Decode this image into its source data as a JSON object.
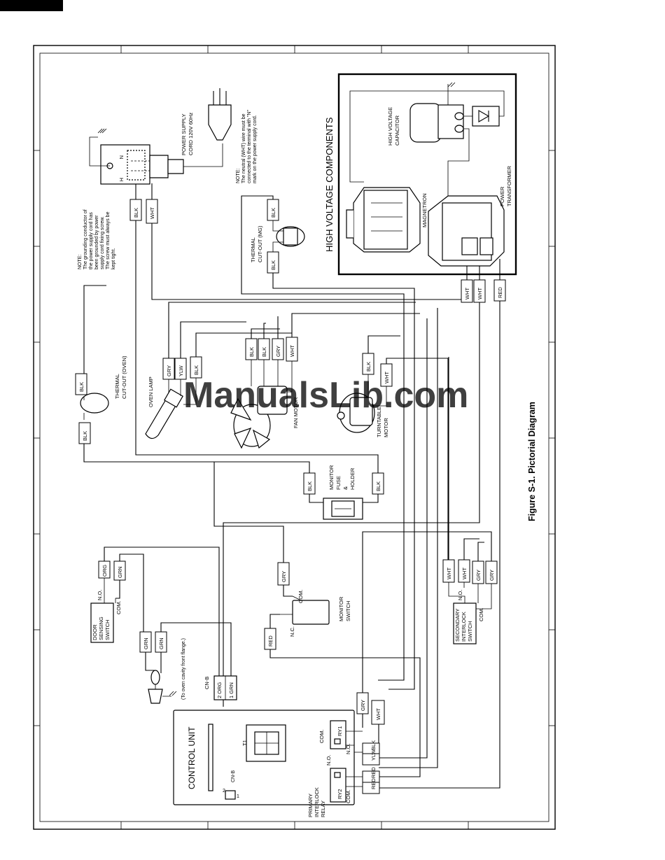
{
  "figure": {
    "caption": "Figure S-1. Pictorial Diagram"
  },
  "watermark": "ManualsLib.com",
  "hv_section": {
    "title": "HIGH VOLTAGE COMPONENTS"
  },
  "components": {
    "power_supply_cord": [
      "POWER SUPPLY",
      "CORD 120V 60Hz"
    ],
    "note_neutral": [
      "NOTE:",
      "The neutral (WHT) wire must be",
      "connected to the terminal with \"N\"",
      "mark on the power supply cord."
    ],
    "note_ground": [
      "NOTE:",
      "The grounding conductor of",
      "the power supply cord has",
      "been grounded by power",
      "supply cord fixing screw.",
      "The screw must always be",
      "kept tight."
    ],
    "plug_n": "N",
    "plug_h": "H",
    "hv_capacitor": [
      "HIGH VOLTAGE",
      "CAPACITOR"
    ],
    "magnetron": "MAGNETRON",
    "power_transformer": [
      "POWER",
      "TRANSFORMER"
    ],
    "thermal_mg": [
      "THERMAL",
      "CUT-OUT (MG)"
    ],
    "thermal_oven": [
      "THERMAL",
      "CUT-OUT (OVEN)"
    ],
    "oven_lamp": "OVEN LAMP",
    "fan_motor": "FAN MOTOR",
    "turntable_motor": [
      "TURNTABLE",
      "MOTOR"
    ],
    "monitor_fuse": [
      "MONITOR",
      "FUSE",
      "&",
      "HOLDER"
    ],
    "monitor_switch": [
      "MONITOR",
      "SWITCH"
    ],
    "monitor_nc": "N.C.",
    "monitor_com": "COM.",
    "door_sensing": [
      "DOOR",
      "SENSING",
      "SWITCH"
    ],
    "door_no": "N.O.",
    "door_com": "COM.",
    "secondary_interlock": [
      "SECONDARY",
      "INTERLOCK",
      "SWITCH"
    ],
    "sec_no": "N.O.",
    "sec_com": "COM.",
    "oven_cavity": "(To oven cavity front flange.)",
    "cnb_title": "CN-B",
    "cnb_pins": [
      "2  ORG",
      "1  GRN"
    ],
    "control_unit": "CONTROL UNIT",
    "t1": "T1",
    "cnb_small": "CN-B",
    "cnb_small_pins": [
      "2",
      "1"
    ],
    "ry1": "RY1",
    "ry1_com": "COM.",
    "ry1_no": "N.O.",
    "ry2": "RY2",
    "ry2_com": "COM.",
    "ry2_no": "N.O.",
    "primary_interlock": [
      "PRIMARY",
      "INTERLOCK",
      "RELAY"
    ]
  },
  "wire_tags": {
    "blk_plug": "BLK",
    "wht_plug": "WHT",
    "blk_mg_top": "BLK",
    "blk_mg_bot": "BLK",
    "wht_hv1": "WHT",
    "wht_hv2": "WHT",
    "red_hv": "RED",
    "blk_th_top": "BLK",
    "blk_th_bot": "BLK",
    "gry_lamp": "GRY",
    "ylw_lamp": "YLW",
    "blk_lamp": "BLK",
    "blk_fan1": "BLK",
    "blk_fan2": "BLK",
    "gry_fan": "GRY",
    "wht_fan": "WHT",
    "blk_tt": "BLK",
    "wht_tt": "WHT",
    "blk_fuse1": "BLK",
    "blk_fuse2": "BLK",
    "gry_mon": "GRY",
    "red_mon": "RED",
    "org_door": "ORG",
    "grn_door": "GRN",
    "grn_g1": "GRN",
    "grn_g2": "GRN",
    "wht_sec1": "WHT",
    "wht_sec2": "WHT",
    "gry_sec1": "GRY",
    "gry_sec2": "GRY",
    "gry_ry1": "GRY",
    "wht_ry1": "WHT",
    "blk_ry2": "BLK",
    "ylw_ry2": "YLW",
    "red_ry2a": "RED",
    "red_ry2b": "RED"
  }
}
